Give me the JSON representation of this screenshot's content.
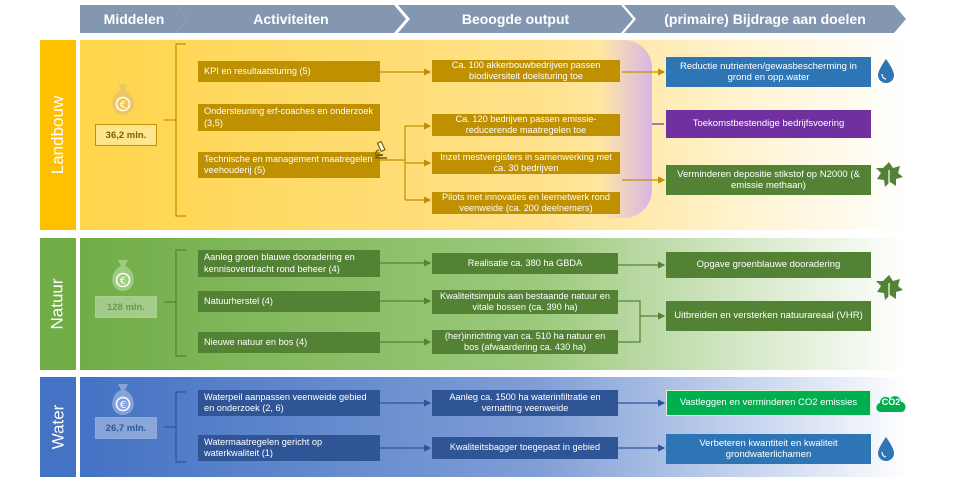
{
  "header": {
    "middelen": "Middelen",
    "activiteiten": "Activiteiten",
    "output": "Beoogde output",
    "bijdrage": "(primaire) Bijdrage aan doelen"
  },
  "sections": {
    "landbouw": {
      "label": "Landbouw",
      "budget": "36,2 mln.",
      "activities": [
        "KPI en resultaatsturing (5)",
        "Ondersteuning erf-coaches en onderzoek (3,5)",
        "Technische en management maatregelen veehouderij (5)"
      ],
      "outputs": [
        "Ca. 100 akkerbouwbedrijven passen biodiversiteit doelsturing toe",
        "Ca. 120 bedrijven passen emissie-reducerende maatregelen toe",
        "Inzet mestvergisters in samenwerking met ca. 30 bedrijven",
        "Pilots met innovaties en leernetwerk rond veenweide (ca. 200 deelnemers)"
      ],
      "goals": [
        "Reductie nutrienten/gewasbescherming in grond en opp.water",
        "Toekomstbestendige bedrijfsvoering",
        "Verminderen depositie stikstof op N2000 (& emissie methaan)"
      ]
    },
    "natuur": {
      "label": "Natuur",
      "budget": "128 mln.",
      "activities": [
        "Aanleg groen blauwe dooradering en kennisoverdracht rond beheer (4)",
        "Natuurherstel (4)",
        "Nieuwe natuur en bos (4)"
      ],
      "outputs": [
        "Realisatie ca. 380 ha GBDA",
        "Kwaliteitsimpuls aan bestaande natuur en vitale bossen (ca. 390 ha)",
        "(her)inrichting van ca. 510 ha natuur en bos (afwaardering ca. 430 ha)"
      ],
      "goals": [
        "Opgave groenblauwe dooradering",
        "Uitbreiden en versterken natuurareaal (VHR)"
      ]
    },
    "water": {
      "label": "Water",
      "budget": "26,7 mln.",
      "activities": [
        "Waterpeil aanpassen veenweide gebied en onderzoek (2, 6)",
        "Watermaatregelen gericht op waterkwaliteit (1)"
      ],
      "outputs": [
        "Aanleg ca. 1500 ha waterinfiltratie en vernatting veenweide",
        "Kwaliteitsbagger toegepast in gebied"
      ],
      "goals": [
        "Vastleggen en verminderen CO2 emissies",
        "Verbeteren kwantiteit en kwaliteit grondwaterlichamen"
      ],
      "co2_label": "CO2"
    }
  },
  "colors": {
    "header": "#8497b0",
    "landbouw": "#ffc000",
    "landbouw_box": "#bf9000",
    "natuur": "#70ad47",
    "natuur_box": "#548235",
    "water": "#4472c4",
    "water_box": "#2f5597",
    "goal_blue": "#2e75b6",
    "goal_purple": "#7030a0",
    "goal_green": "#548235",
    "goal_teal": "#00b050"
  },
  "icons": {
    "money_bag": "money-bag-icon",
    "microscope": "microscope-icon",
    "water_drop": "water-drop-icon",
    "leaf": "leaf-icon",
    "co2": "co2-cloud-icon"
  }
}
